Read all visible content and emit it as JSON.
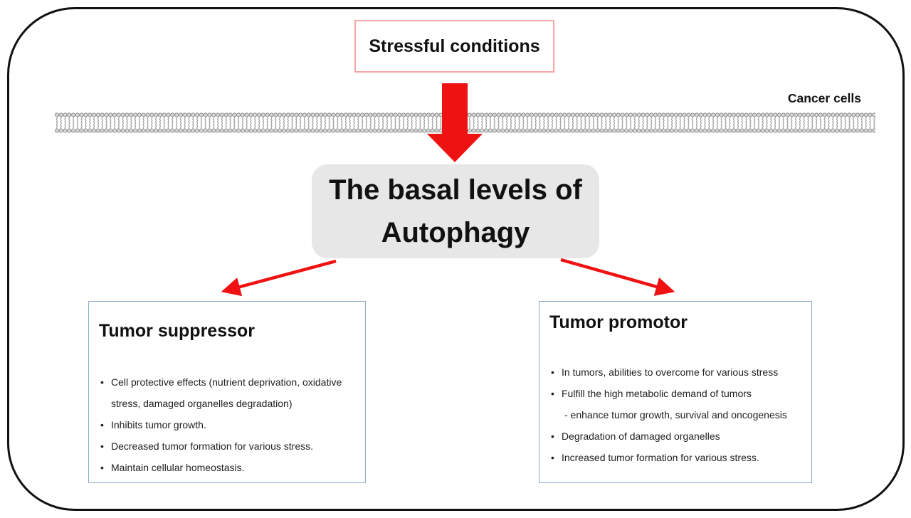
{
  "colors": {
    "accent_red": "#ee1212",
    "top_box_border": "#f5a6a6",
    "panel_border": "#8ea9c9",
    "central_box_bg": "#e7e7e7",
    "membrane_gray": "#8f8f8f",
    "outer_border": "#111111",
    "text_black": "#111111"
  },
  "top_box": {
    "label": "Stressful conditions"
  },
  "cancer_cells_label": "Cancer cells",
  "central_box": {
    "title": "The basal levels of Autophagy"
  },
  "left_panel": {
    "title": "Tumor suppressor",
    "bullets": [
      "Cell protective effects (nutrient deprivation, oxidative\nstress, damaged organelles degradation)",
      "Inhibits tumor growth.",
      "Decreased tumor formation for various stress.",
      "Maintain cellular homeostasis."
    ]
  },
  "right_panel": {
    "title": "Tumor promotor",
    "bullets": [
      {
        "text": "In tumors, abilities to overcome for various stress"
      },
      {
        "text": "Fulfill the high metabolic demand of tumors",
        "sub": "- enhance tumor growth, survival and oncogenesis"
      },
      {
        "text": "Degradation of damaged organelles"
      },
      {
        "text": "Increased tumor formation for various stress."
      }
    ]
  }
}
